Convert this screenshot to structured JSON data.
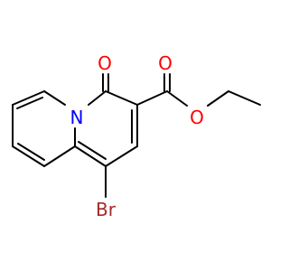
{
  "molecule": {
    "atoms": {
      "o_ketone": {
        "symbol": "O",
        "color": "#ff0000"
      },
      "o_carbonyl": {
        "symbol": "O",
        "color": "#ff0000"
      },
      "o_ester": {
        "symbol": "O",
        "color": "#ff0000"
      },
      "n_ring": {
        "symbol": "N",
        "color": "#0000ff"
      },
      "br": {
        "symbol": "Br",
        "color": "#a52a2a"
      }
    },
    "bond_color": "#000000"
  }
}
